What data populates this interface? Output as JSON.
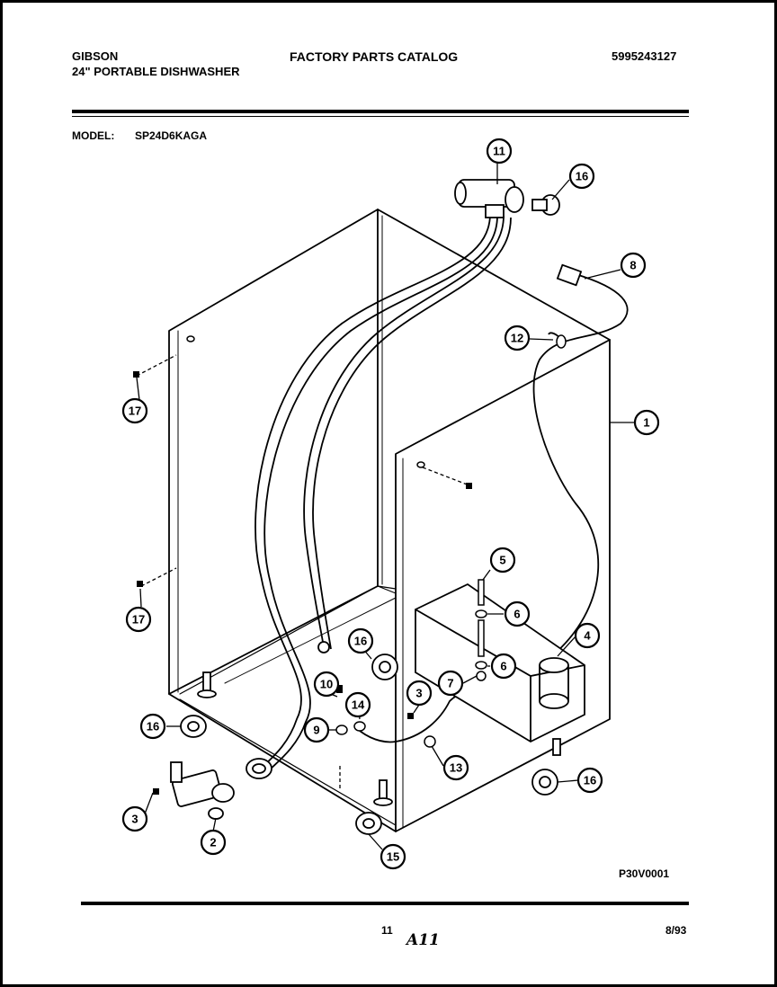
{
  "header": {
    "brand": "GIBSON",
    "product": "24\" PORTABLE DISHWASHER",
    "catalog_title": "FACTORY PARTS CATALOG",
    "catalog_number": "5995243127",
    "model_label": "MODEL:",
    "model_number": "SP24D6KAGA"
  },
  "diagram": {
    "figure_code": "P30V0001",
    "callouts": [
      "1",
      "2",
      "3",
      "3",
      "4",
      "5",
      "6",
      "6",
      "7",
      "8",
      "9",
      "10",
      "11",
      "12",
      "13",
      "14",
      "15",
      "16",
      "16",
      "16",
      "16",
      "17",
      "17"
    ]
  },
  "footer": {
    "page_number": "11",
    "handwritten_mark": "A11",
    "date": "8/93"
  }
}
